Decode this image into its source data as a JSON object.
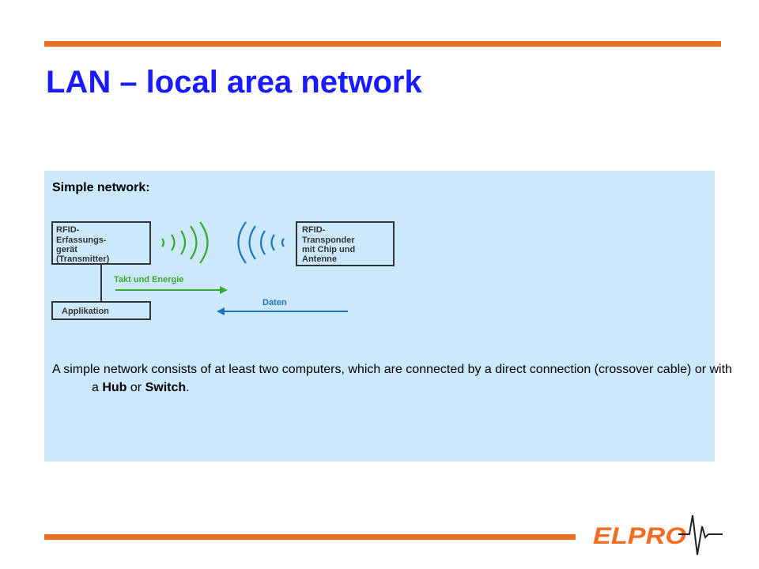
{
  "slide": {
    "title": "LAN – local area network",
    "subheading": "Simple network:",
    "paragraph": {
      "text_1": "A simple network consists of at least two computers, which are connected by a direct connection (crossover cable) or with a ",
      "bold_1": "Hub",
      "text_2": " or ",
      "bold_2": "Switch",
      "text_3": "."
    }
  },
  "diagram": {
    "reader_box": [
      "RFID-",
      "Erfassungs-",
      "gerät",
      "(Transmitter)"
    ],
    "transponder_box": [
      "RFID-",
      "Transponder",
      "mit Chip und",
      "Antenne"
    ],
    "application_box": "Applikation",
    "arrow_right_label": "Takt und Energie",
    "arrow_left_label": "Daten"
  },
  "logo": {
    "text": "ELPRO"
  },
  "colors": {
    "accent": "#f26d21",
    "title": "#1a1aff",
    "content_background": "#cbe9fb",
    "wave": "#38a82e",
    "arrow_right": "#38a82e",
    "arrow_left": "#1e73be"
  }
}
